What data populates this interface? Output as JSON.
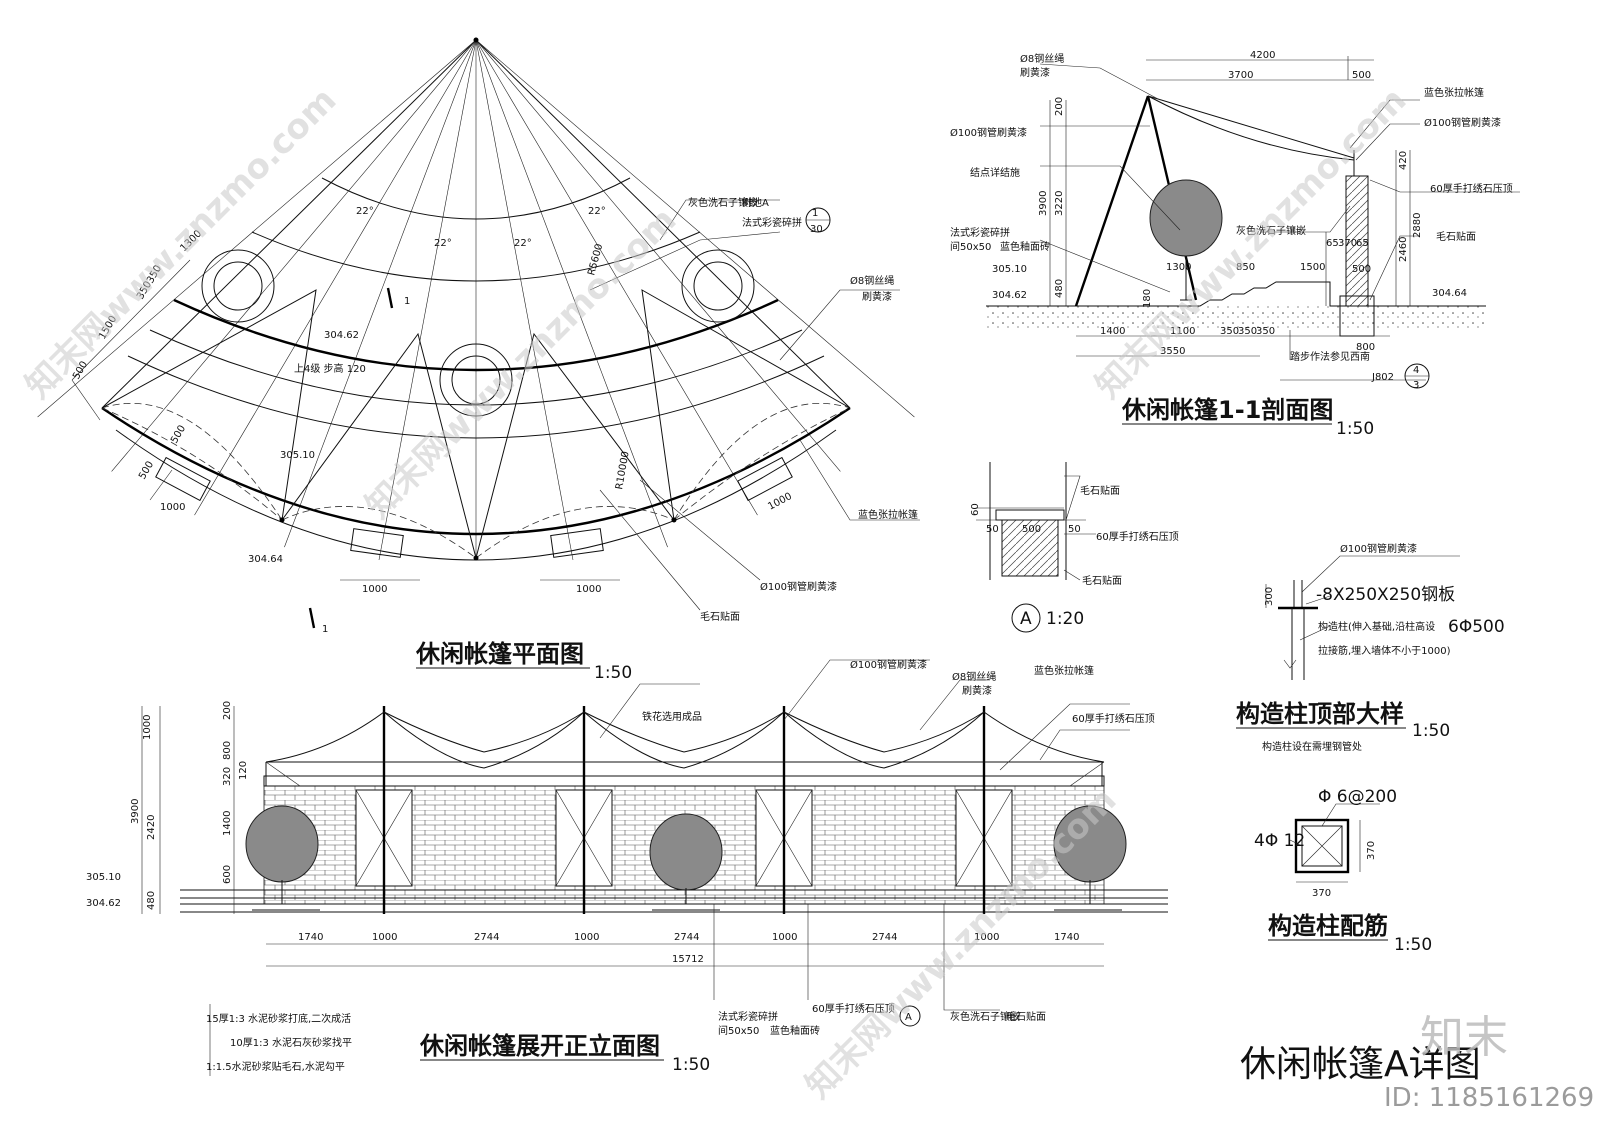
{
  "sheet_title": "休闲帐篷A详图",
  "plan": {
    "title": "休闲帐篷平面图",
    "scale": "1:50",
    "labels": {
      "gravel": "灰色洗石子镶嵌",
      "pool": "树池A",
      "tile": "法式彩瓷碎拼",
      "rope": "Ø8钢丝绳",
      "rope2": "刷黄漆",
      "membrane": "蓝色张拉帐篷",
      "pipe": "Ø100钢管刷黄漆",
      "stone": "毛石贴面",
      "steps": "上4级 步高 120",
      "elev1": "304.62",
      "elev2": "305.10",
      "elev3": "304.64",
      "radius1": "R5600",
      "radius2": "R10000",
      "ang1": "22°",
      "ang2": "22°",
      "ang3": "22°",
      "ang4": "22°",
      "ref_num": "1",
      "ref_den": "30",
      "cut_top": "1",
      "cut_bottom": "1"
    },
    "dims": [
      "1300",
      "1500",
      "500",
      "350",
      "350",
      "1000",
      "1000",
      "1000",
      "1000",
      "500",
      "500"
    ]
  },
  "section": {
    "title": "休闲帐篷1-1剖面图",
    "scale": "1:50",
    "labels": {
      "rope": "Ø8钢丝绳",
      "rope2": "刷黄漆",
      "pipe_l": "Ø100钢管刷黄漆",
      "node": "结点详结施",
      "tile": "法式彩瓷碎拼",
      "tile2": "间50x50",
      "glaze": "蓝色釉面砖",
      "gravel": "灰色洗石子镶嵌",
      "membrane": "蓝色张拉帐篷",
      "pipe_r": "Ø100钢管刷黄漆",
      "cap": "60厚手打绣石压顶",
      "stone": "毛石贴面",
      "stair_note": "踏步作法参见西南",
      "ref_code": "J802",
      "ref_num": "4",
      "ref_den": "3",
      "e1": "305.10",
      "e2": "304.62",
      "e3": "304.64"
    },
    "dims_top": [
      "4200",
      "3700",
      "500"
    ],
    "dims_left": [
      "200",
      "3900",
      "3220",
      "480",
      "180"
    ],
    "dims_right": [
      "420",
      "2880",
      "2460"
    ],
    "dims_mid": [
      "1300",
      "850",
      "1500",
      "65",
      "370",
      "65",
      "500"
    ],
    "dims_bottom": [
      "1400",
      "1100",
      "350",
      "350",
      "350",
      "3550",
      "800"
    ]
  },
  "detail_a": {
    "scale": "1:20",
    "marker": "A",
    "labels": {
      "stone1": "毛石贴面",
      "cap": "60厚手打绣石压顶",
      "stone2": "毛石贴面"
    },
    "dims": [
      "60",
      "50",
      "500",
      "50"
    ]
  },
  "column_top": {
    "title": "构造柱顶部大样",
    "scale": "1:50",
    "labels": {
      "pipe": "Ø100钢管刷黄漆",
      "plate": "-8X250X250钢板",
      "col": "构造柱(伸入基础,沿柱高设",
      "col_spec": "6Φ500",
      "tie": "拉接筋,埋入墙体不小于1000)",
      "note": "构造柱设在需埋钢管处",
      "dim": "300"
    }
  },
  "column_rebar": {
    "title": "构造柱配筋",
    "scale": "1:50",
    "labels": {
      "stirrup": "Φ 6@200",
      "main": "4Φ 12",
      "w": "370",
      "h": "370"
    }
  },
  "elevation": {
    "title": "休闲帐篷展开正立面图",
    "scale": "1:50",
    "labels": {
      "pipe": "Ø100钢管刷黄漆",
      "rope": "Ø8钢丝绳",
      "rope2": "刷黄漆",
      "membrane": "蓝色张拉帐篷",
      "cap": "60厚手打绣石压顶",
      "iron": "铁花选用成品",
      "tile": "法式彩瓷碎拼",
      "tile2": "间50x50",
      "cap2": "60厚手打绣石压顶",
      "glaze": "蓝色釉面砖",
      "gravel": "灰色洗石子镶嵌",
      "stone": "毛石贴面",
      "marker": "A",
      "m1": "15厚1:3    水泥砂浆打底,二次成活",
      "m2": "10厚1:3    水泥石灰砂浆找平",
      "m3": "1:1.5水泥砂浆贴毛石,水泥勾平",
      "e1": "305.10",
      "e2": "304.62"
    },
    "dims_left": [
      "1000",
      "3900",
      "2420",
      "480"
    ],
    "dims_left2": [
      "200",
      "800",
      "320",
      "120",
      "1400",
      "600"
    ],
    "dims_bottom": [
      "1740",
      "1000",
      "2744",
      "1000",
      "2744",
      "1000",
      "2744",
      "1000",
      "1740"
    ],
    "total": "15712"
  },
  "watermark": {
    "text": "知末网www.znzmo.com",
    "logo": "知末",
    "id": "ID: 1185161269"
  }
}
